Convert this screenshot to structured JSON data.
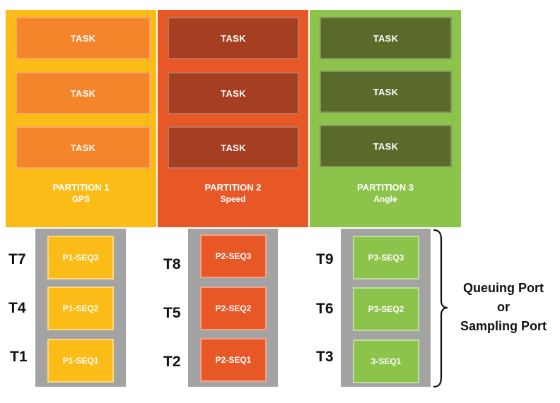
{
  "partitions": [
    {
      "name": "PARTITION 1",
      "subtitle": "GPS",
      "tasks": [
        "TASK",
        "TASK",
        "TASK"
      ],
      "color": "#fbbc18",
      "task_color": "#f5852a"
    },
    {
      "name": "PARTITION 2",
      "subtitle": "Speed",
      "tasks": [
        "TASK",
        "TASK",
        "TASK"
      ],
      "color": "#e85726",
      "task_color": "#a63f22"
    },
    {
      "name": "PARTITION 3",
      "subtitle": "Angle",
      "tasks": [
        "TASK",
        "TASK",
        "TASK"
      ],
      "color": "#8cc34a",
      "task_color": "#5a6a2a"
    }
  ],
  "queues": [
    {
      "sequences": [
        "P1-SEQ3",
        "P1-SEQ2",
        "P1-SEQ1"
      ],
      "times": [
        "T7",
        "T4",
        "T1"
      ],
      "color": "#fbbc18"
    },
    {
      "sequences": [
        "P2-SEQ3",
        "P2-SEQ2",
        "P2-SEQ1"
      ],
      "times": [
        "T8",
        "T5",
        "T2"
      ],
      "color": "#e85726"
    },
    {
      "sequences": [
        "P3-SEQ3",
        "P3-SEQ2",
        "3-SEQ1"
      ],
      "times": [
        "T9",
        "T6",
        "T3"
      ],
      "color": "#8cc34a"
    }
  ],
  "port_label": {
    "line1": "Queuing Port",
    "line2": "or",
    "line3": "Sampling Port"
  }
}
